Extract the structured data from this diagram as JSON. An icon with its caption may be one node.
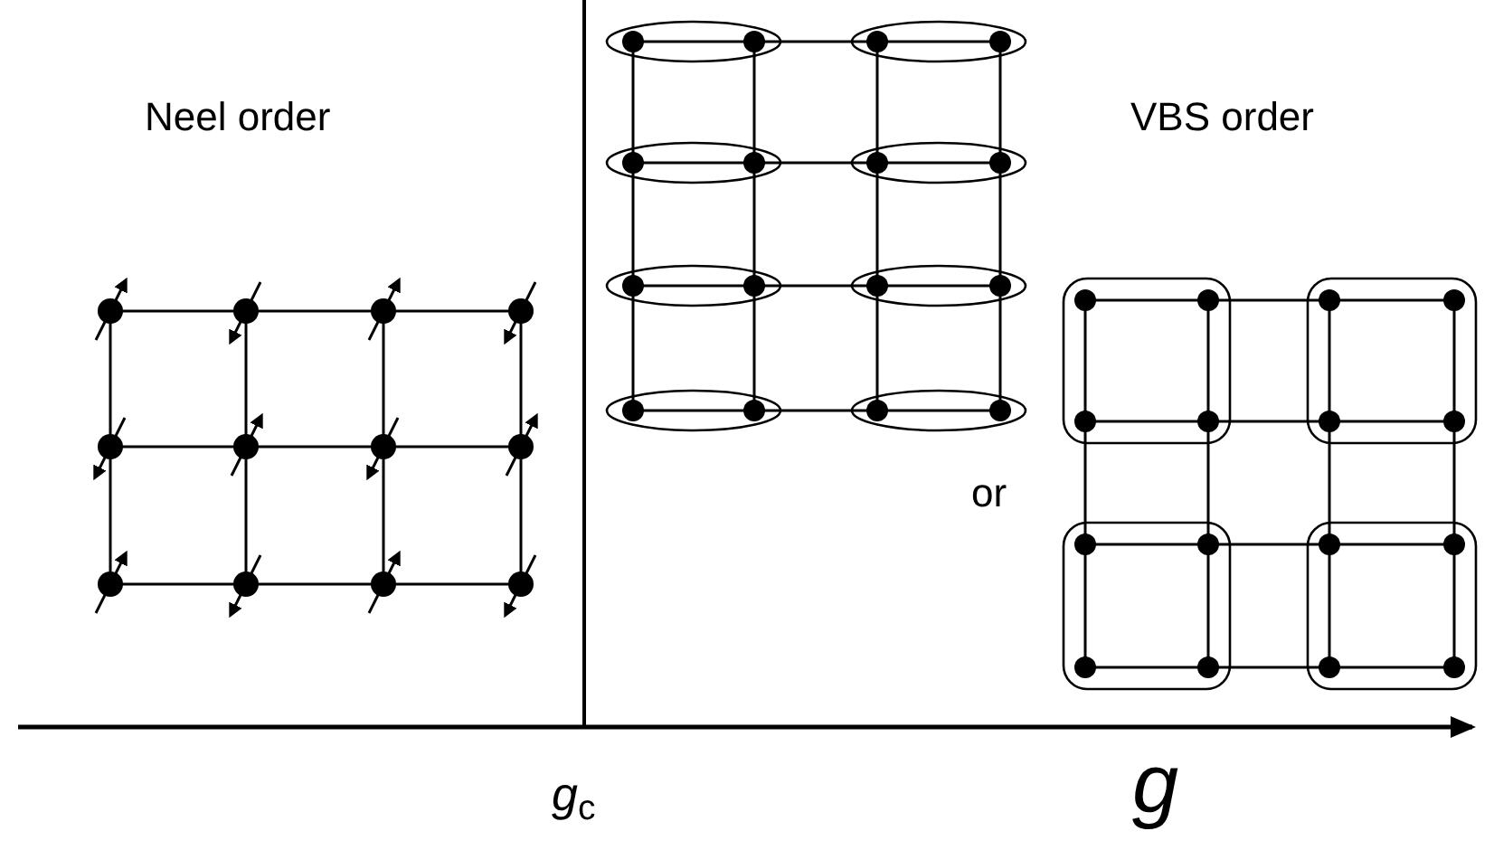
{
  "diagram": {
    "labels": [
      "Neel order",
      "VBS order",
      "or",
      "*g*$_{c}$",
      "g"
    ]
  }
}
